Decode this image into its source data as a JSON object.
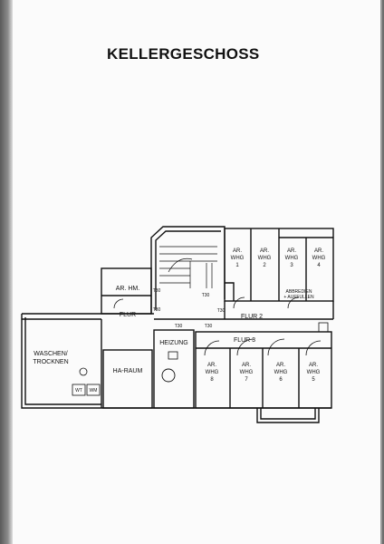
{
  "title": "KELLERGESCHOSS",
  "rooms": {
    "ar_hm": "AR. HM.",
    "flur": "FLUR",
    "flur2": "FLUR 2",
    "flur3": "FLUR 3",
    "heizung": "HEIZUNG",
    "ha_raum": "HA-RAUM",
    "waschen_line1": "WASCHEN/",
    "waschen_line2": "TROCKNEN",
    "wt": "WT",
    "wm": "WM",
    "abbreden_line1": "ABBREDIEN",
    "abbreden_line2": "+ AUFFULLEN"
  },
  "units": {
    "ar": "AR.",
    "whg": "WHG",
    "upper": [
      "1",
      "2",
      "3",
      "4"
    ],
    "lower": [
      "8",
      "7",
      "6",
      "5"
    ]
  },
  "doors": {
    "t30": "T30"
  }
}
